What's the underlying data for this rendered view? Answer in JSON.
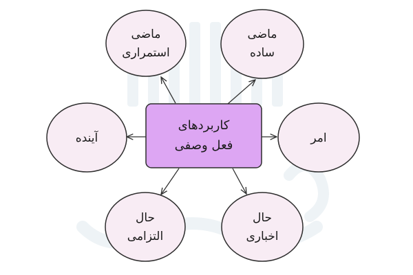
{
  "center": {
    "line1": "کاربردهای",
    "line2": "فعل وصفی"
  },
  "nodes": [
    {
      "id": "past-continuous",
      "line1": "ماضی",
      "line2": "استمراری"
    },
    {
      "id": "past-simple",
      "line1": "ماضی",
      "line2": "ساده"
    },
    {
      "id": "future",
      "line1": "آینده"
    },
    {
      "id": "imperative",
      "line1": "امر"
    },
    {
      "id": "present-subjunctive",
      "line1": "حال",
      "line2": "التزامی"
    },
    {
      "id": "present-indicative",
      "line1": "حال",
      "line2": "اخباری"
    }
  ],
  "colors": {
    "center_fill": "#dda6f3",
    "center_stroke": "#2d2d2d",
    "node_fill": "#f8ecf4",
    "node_stroke": "#2d2d2d",
    "edge": "#333333",
    "watermark": "#eef3f6"
  }
}
